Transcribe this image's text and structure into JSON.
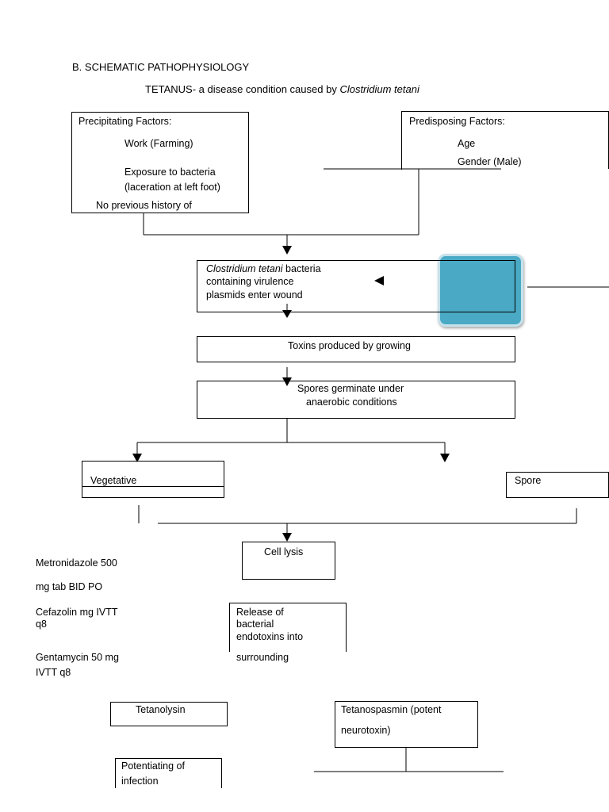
{
  "section_heading": "B. SCHEMATIC PATHOPHYSIOLOGY",
  "title": {
    "prefix": "TETANUS- a disease condition caused by ",
    "organism": "Clostridium tetani"
  },
  "precipitating": {
    "heading": "Precipitating Factors:",
    "item1": "Work (Farming)",
    "item2_line1": "Exposure to bacteria",
    "item2_line2": "(laceration at left foot)",
    "item3": "No previous history of"
  },
  "predisposing": {
    "heading": "Predisposing Factors:",
    "item1": "Age",
    "item2": "Gender (Male)"
  },
  "entry": {
    "organism": "Clostridium tetani",
    "line1_rest": " bacteria",
    "line2": "containing virulence",
    "line3": "plasmids enter wound"
  },
  "toxins": "Toxins produced by growing",
  "spores": {
    "line1": "Spores germinate under",
    "line2": "anaerobic conditions"
  },
  "vegetative": "Vegetative",
  "spore": "Spore",
  "cell_lysis": "Cell lysis",
  "release": {
    "line1": "Release of",
    "line2": "bacterial",
    "line3": "endotoxins into",
    "line4": "surrounding"
  },
  "medications": {
    "m1_line1": "Metronidazole 500",
    "m1_line2": "mg tab BID PO",
    "m2_line1": "Cefazolin  mg IVTT",
    "m2_line2": "q8",
    "m3_line1": "Gentamycin 50 mg",
    "m3_line2": "IVTT q8"
  },
  "tetanolysin": "Tetanolysin",
  "tetanospasmin": {
    "line1": "Tetanospasmin (potent",
    "line2": "neurotoxin)"
  },
  "potentiating": {
    "line1": "Potentiating of",
    "line2": "infection"
  },
  "colors": {
    "teal_fill": "#4aaac5",
    "teal_border": "#c6e2ec"
  }
}
